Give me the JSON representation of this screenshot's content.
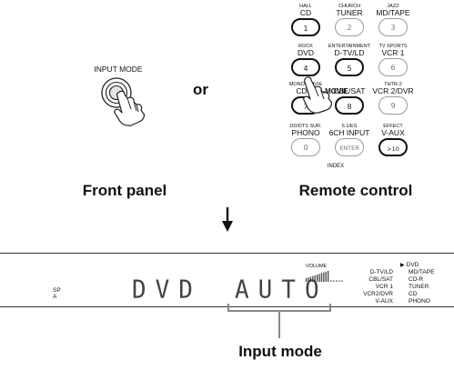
{
  "front_panel": {
    "button_label": "INPUT MODE",
    "caption": "Front panel"
  },
  "connector": "or",
  "remote": {
    "caption": "Remote control",
    "rows": [
      [
        {
          "top": "HALL",
          "label": "CD",
          "button": "1",
          "style": "black"
        },
        {
          "top": "CHURCH",
          "label": "TUNER",
          "button": "2",
          "style": "gray"
        },
        {
          "top": "JAZZ",
          "label": "MD/TAPE",
          "button": "3",
          "style": "gray"
        }
      ],
      [
        {
          "top": "ROCK",
          "label": "DVD",
          "button": "4",
          "style": "black"
        },
        {
          "top": "ENTERTAINMENT",
          "label": "D-TV/LD",
          "button": "5",
          "style": "black"
        },
        {
          "top": "TV SPORTS",
          "label": "VCR 1",
          "button": "6",
          "style": "gray"
        }
      ],
      [
        {
          "top": "MONO MOVIE",
          "label": "CD-R",
          "button": "7",
          "style": "black"
        },
        {
          "top": "",
          "label": "CBL/SAT",
          "button": "8",
          "style": "black"
        },
        {
          "top": "THTR-2",
          "label": "VCR 2/DVR",
          "button": "9",
          "style": "gray"
        }
      ],
      [
        {
          "top": "DD/DTS SUR.",
          "label": "PHONO",
          "button": "0",
          "style": "gray"
        },
        {
          "top": "6.1/ES",
          "label": "6CH INPUT",
          "button": "ENTER",
          "style": "gray"
        },
        {
          "top": "EFFECT",
          "label": "V-AUX",
          "button": ">10",
          "style": "black"
        }
      ]
    ],
    "overlay_label": "2-MOVIE",
    "index_label": "INDEX"
  },
  "display": {
    "sp_label": "SP",
    "sp_sub": "A",
    "input_text": "DVD",
    "mode_text": "AUTO",
    "volume_label": "VOLUME",
    "sources_col1": [
      "D-TV/LD",
      "CBL/SAT",
      "VCR 1",
      "VCR2/DVR",
      "V-AUX"
    ],
    "sources_col2": [
      "DVD",
      "MD/TAPE",
      "CD-R",
      "TUNER",
      "CD",
      "PHONO"
    ],
    "selected_marker": "▶"
  },
  "annotation": "Input mode"
}
